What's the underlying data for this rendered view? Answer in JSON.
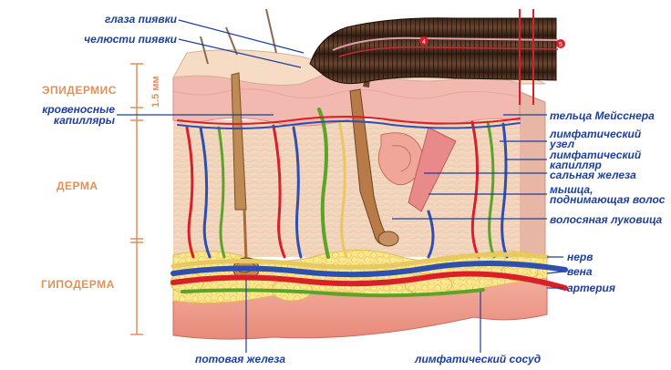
{
  "labels": {
    "leech_eyes": "глаза пиявки",
    "leech_jaws": "челюсти пиявки",
    "epidermis": "ЭПИДЕРМИС",
    "dermis": "ДЕРМА",
    "hypodermis": "ГИПОДЕРМА",
    "scale": "1.5 мм",
    "blood_capillaries_1": "кровеносные",
    "blood_capillaries_2": "капилляры",
    "meissner": "тельца Мейсснера",
    "lymph_node_1": "лимфатический",
    "lymph_node_2": "узел",
    "lymph_capillary_1": "лимфатический",
    "lymph_capillary_2": "капилляр",
    "sebaceous": "сальная железа",
    "muscle_1": "мышца,",
    "muscle_2": "поднимающая волос",
    "hair_bulb": "волосяная луковица",
    "nerve": "нерв",
    "vein": "вена",
    "artery": "артерия",
    "sweat_gland": "потовая железа",
    "lymph_vessel": "лимфатический сосуд"
  },
  "marker_numbers": [
    "4",
    "5"
  ],
  "colors": {
    "label_text": "#1e3f9a",
    "layer_text": "#e0915a",
    "leader_line": "#1e3f9a",
    "artery": "#d8202a",
    "vein": "#2f4fb0",
    "lymph": "#5ca428",
    "nerve": "#e8c860",
    "fat": "#f7e27a",
    "skin_surface": "#f0c4b8",
    "leech": "#5a3a28"
  }
}
